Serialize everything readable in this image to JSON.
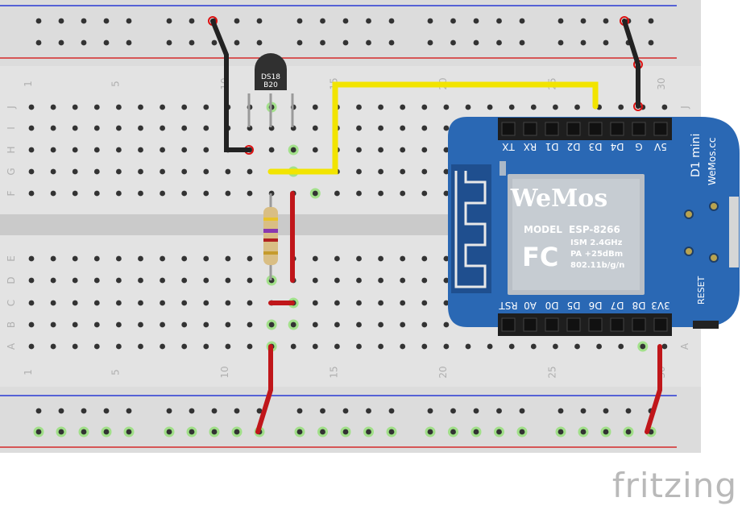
{
  "breadboard": {
    "column_numbers": [
      "1",
      "5",
      "10",
      "15",
      "20",
      "25",
      "30"
    ],
    "row_letters_top": [
      "J",
      "I",
      "H",
      "G",
      "F"
    ],
    "row_letters_bottom": [
      "E",
      "D",
      "C",
      "B",
      "A"
    ]
  },
  "sensor": {
    "label_line1": "DS18",
    "label_line2": "B20"
  },
  "module": {
    "title": "D1 mini",
    "site": "WeMos.cc",
    "brand": "WeMos",
    "model_label": "MODEL",
    "chip": "ESP-8266",
    "cert": "FC",
    "spec1": "ISM 2.4GHz",
    "spec2": "PA +25dBm",
    "spec3": "802.11b/g/n",
    "reset_label": "RESET",
    "top_pins": [
      "TX",
      "RX",
      "D1",
      "D2",
      "D3",
      "D4",
      "G",
      "5V"
    ],
    "bottom_pins": [
      "RST",
      "A0",
      "D0",
      "D5",
      "D6",
      "D7",
      "D8",
      "3V3"
    ]
  },
  "colors": {
    "board": "#dcdcdc",
    "rail_red": "#d42a2a",
    "rail_blue": "#2a3ad4",
    "wire_red": "#c0161a",
    "wire_black": "#222222",
    "wire_yellow": "#f2e400",
    "pcb_blue": "#2a68b4",
    "led_green": "#8de06e"
  },
  "watermark": "fritzing"
}
